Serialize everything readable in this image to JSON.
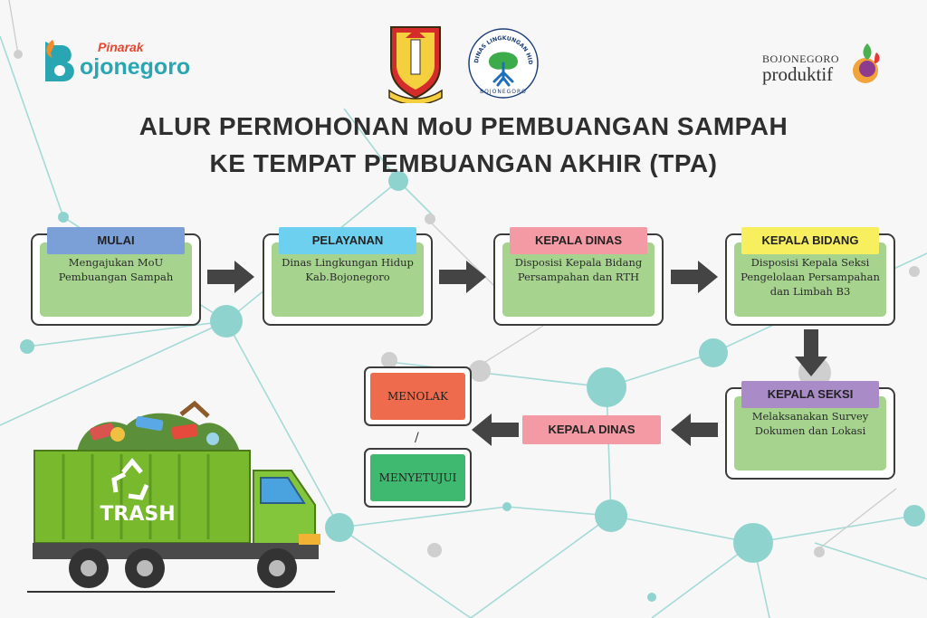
{
  "header": {
    "logo_left_small": "Pinarak",
    "logo_left_big": "ojonegoro",
    "logo_right_top": "BOJONEGORO",
    "logo_right_bottom": "produktif",
    "dlh_ring_text": "DINAS LINGKUNGAN HIDUP",
    "dlh_bottom_text": "BOJONEGORO"
  },
  "title": {
    "line1": "ALUR PERMOHONAN MoU PEMBUANGAN SAMPAH",
    "line2": "KE TEMPAT PEMBUANGAN AKHIR (TPA)"
  },
  "steps": [
    {
      "label": "MULAI",
      "desc1": "Mengajukan MoU",
      "desc2": "Pembuangan Sampah",
      "desc3": "",
      "color": "#7b9fd7"
    },
    {
      "label": "PELAYANAN",
      "desc1": "Dinas Lingkungan Hidup",
      "desc2": "Kab.Bojonegoro",
      "desc3": "",
      "color": "#6ed0ef"
    },
    {
      "label": "KEPALA DINAS",
      "desc1": "Disposisi Kepala Bidang",
      "desc2": "Persampahan dan RTH",
      "desc3": "",
      "color": "#f39aa4"
    },
    {
      "label": "KEPALA BIDANG",
      "desc1": "Disposisi Kepala Seksi",
      "desc2": "Pengelolaan Persampahan",
      "desc3": "dan Limbah B3",
      "color": "#f7ef5e"
    },
    {
      "label": "KEPALA SEKSI",
      "desc1": "Melaksanakan Survey",
      "desc2": "Dokumen dan Lokasi",
      "desc3": "",
      "color": "#a98bc8"
    }
  ],
  "decision": {
    "label": "KEPALA DINAS",
    "color": "#f39aa4"
  },
  "outcomes": {
    "reject": {
      "label": "MENOLAK",
      "color": "#ee6c4d"
    },
    "separator": "/",
    "approve": {
      "label": "MENYETUJUI",
      "color": "#3fb96f"
    }
  },
  "truck": {
    "label": "TRASH",
    "body_color": "#79b92e",
    "cab_color": "#83c63c"
  }
}
